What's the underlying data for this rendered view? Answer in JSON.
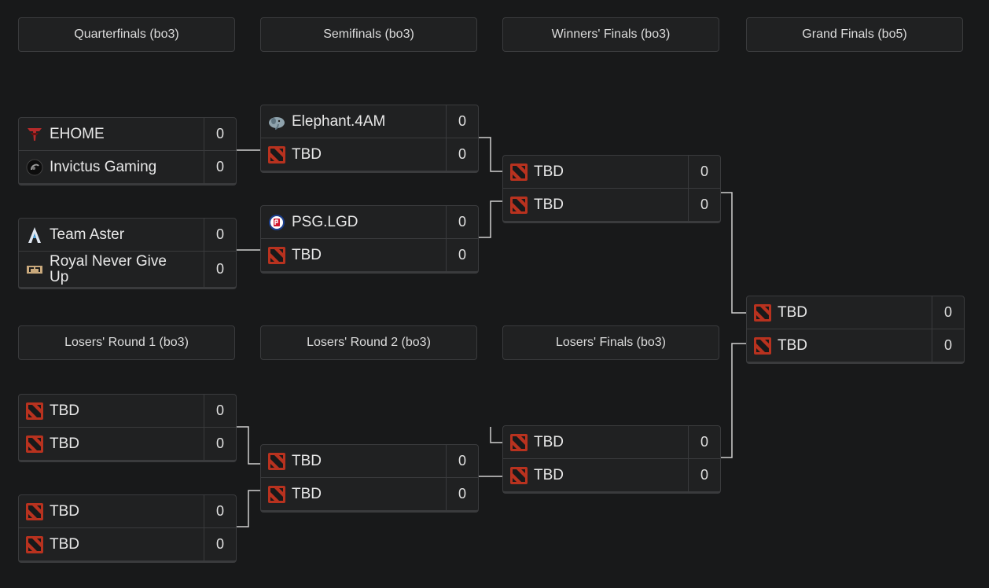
{
  "headers": {
    "quarterfinals": "Quarterfinals (bo3)",
    "semifinals": "Semifinals (bo3)",
    "winners_finals": "Winners' Finals (bo3)",
    "grand_finals": "Grand Finals (bo5)",
    "losers_r1": "Losers' Round 1 (bo3)",
    "losers_r2": "Losers' Round 2 (bo3)",
    "losers_finals": "Losers' Finals (bo3)"
  },
  "colors": {
    "background": "#18191a",
    "panel": "#202122",
    "border": "#3a3b3d",
    "dota_red": "#c23c2a"
  },
  "matches": {
    "qf1": {
      "teams": [
        {
          "name": "EHOME",
          "score": "0",
          "logo": "ehome-logo"
        },
        {
          "name": "Invictus Gaming",
          "score": "0",
          "logo": "ig-logo"
        }
      ]
    },
    "qf2": {
      "teams": [
        {
          "name": "Team Aster",
          "score": "0",
          "logo": "aster-logo"
        },
        {
          "name": "Royal Never Give Up",
          "score": "0",
          "logo": "rng-logo"
        }
      ]
    },
    "sf1": {
      "teams": [
        {
          "name": "Elephant.4AM",
          "score": "0",
          "logo": "elephant-logo"
        },
        {
          "name": "TBD",
          "score": "0",
          "logo": "dota-logo"
        }
      ]
    },
    "sf2": {
      "teams": [
        {
          "name": "PSG.LGD",
          "score": "0",
          "logo": "psglgd-logo"
        },
        {
          "name": "TBD",
          "score": "0",
          "logo": "dota-logo"
        }
      ]
    },
    "wf": {
      "teams": [
        {
          "name": "TBD",
          "score": "0",
          "logo": "dota-logo"
        },
        {
          "name": "TBD",
          "score": "0",
          "logo": "dota-logo"
        }
      ]
    },
    "gf": {
      "teams": [
        {
          "name": "TBD",
          "score": "0",
          "logo": "dota-logo"
        },
        {
          "name": "TBD",
          "score": "0",
          "logo": "dota-logo"
        }
      ]
    },
    "lr1a": {
      "teams": [
        {
          "name": "TBD",
          "score": "0",
          "logo": "dota-logo"
        },
        {
          "name": "TBD",
          "score": "0",
          "logo": "dota-logo"
        }
      ]
    },
    "lr1b": {
      "teams": [
        {
          "name": "TBD",
          "score": "0",
          "logo": "dota-logo"
        },
        {
          "name": "TBD",
          "score": "0",
          "logo": "dota-logo"
        }
      ]
    },
    "lr2": {
      "teams": [
        {
          "name": "TBD",
          "score": "0",
          "logo": "dota-logo"
        },
        {
          "name": "TBD",
          "score": "0",
          "logo": "dota-logo"
        }
      ]
    },
    "lf": {
      "teams": [
        {
          "name": "TBD",
          "score": "0",
          "logo": "dota-logo"
        },
        {
          "name": "TBD",
          "score": "0",
          "logo": "dota-logo"
        }
      ]
    }
  }
}
